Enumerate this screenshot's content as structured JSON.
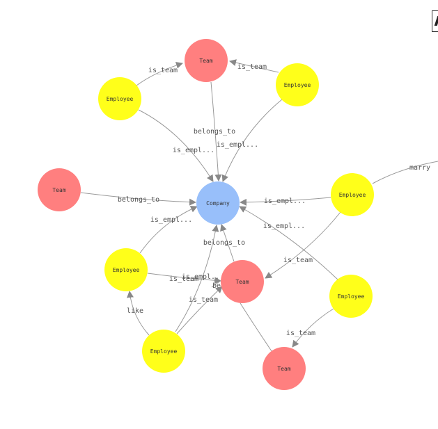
{
  "colors": {
    "team": "#FF7F7F",
    "employee": "#FFFF1A",
    "company": "#98BFFA",
    "edge": "#999999",
    "arrow": "#888888"
  },
  "nodes": [
    {
      "id": "team-top",
      "type": "team",
      "label": "Team"
    },
    {
      "id": "employee-top-left",
      "type": "employee",
      "label": "Employee"
    },
    {
      "id": "employee-top-right",
      "type": "employee",
      "label": "Employee"
    },
    {
      "id": "team-left",
      "type": "team",
      "label": "Team"
    },
    {
      "id": "company",
      "type": "company",
      "label": "Company"
    },
    {
      "id": "employee-right",
      "type": "employee",
      "label": "Employee"
    },
    {
      "id": "employee-mid-left",
      "type": "employee",
      "label": "Employee"
    },
    {
      "id": "team-center",
      "type": "team",
      "label": "Team"
    },
    {
      "id": "employee-lower-right",
      "type": "employee",
      "label": "Employee"
    },
    {
      "id": "employee-bottom",
      "type": "employee",
      "label": "Employee"
    },
    {
      "id": "team-bottom",
      "type": "team",
      "label": "Team"
    }
  ],
  "edges": [
    {
      "id": "e1",
      "label": "is_team"
    },
    {
      "id": "e2",
      "label": "is_team"
    },
    {
      "id": "e3",
      "label": "belongs_to"
    },
    {
      "id": "e4",
      "label": "is_empl..."
    },
    {
      "id": "e5",
      "label": "is_empl..."
    },
    {
      "id": "e6",
      "label": "belongs_to"
    },
    {
      "id": "e7",
      "label": "is_empl..."
    },
    {
      "id": "e8",
      "label": "is_empl..."
    },
    {
      "id": "e9",
      "label": "marry"
    },
    {
      "id": "e10",
      "label": "is_team"
    },
    {
      "id": "e11",
      "label": "is_empl..."
    },
    {
      "id": "e12",
      "label": "belongs_to"
    },
    {
      "id": "e13",
      "label": "is_team"
    },
    {
      "id": "e14",
      "label": "is_empl..."
    },
    {
      "id": "e15",
      "label": "be"
    },
    {
      "id": "e16",
      "label": "is_team"
    },
    {
      "id": "e17",
      "label": "like"
    },
    {
      "id": "e18",
      "label": "is_team"
    },
    {
      "id": "e19",
      "label": "belongs_to"
    }
  ]
}
